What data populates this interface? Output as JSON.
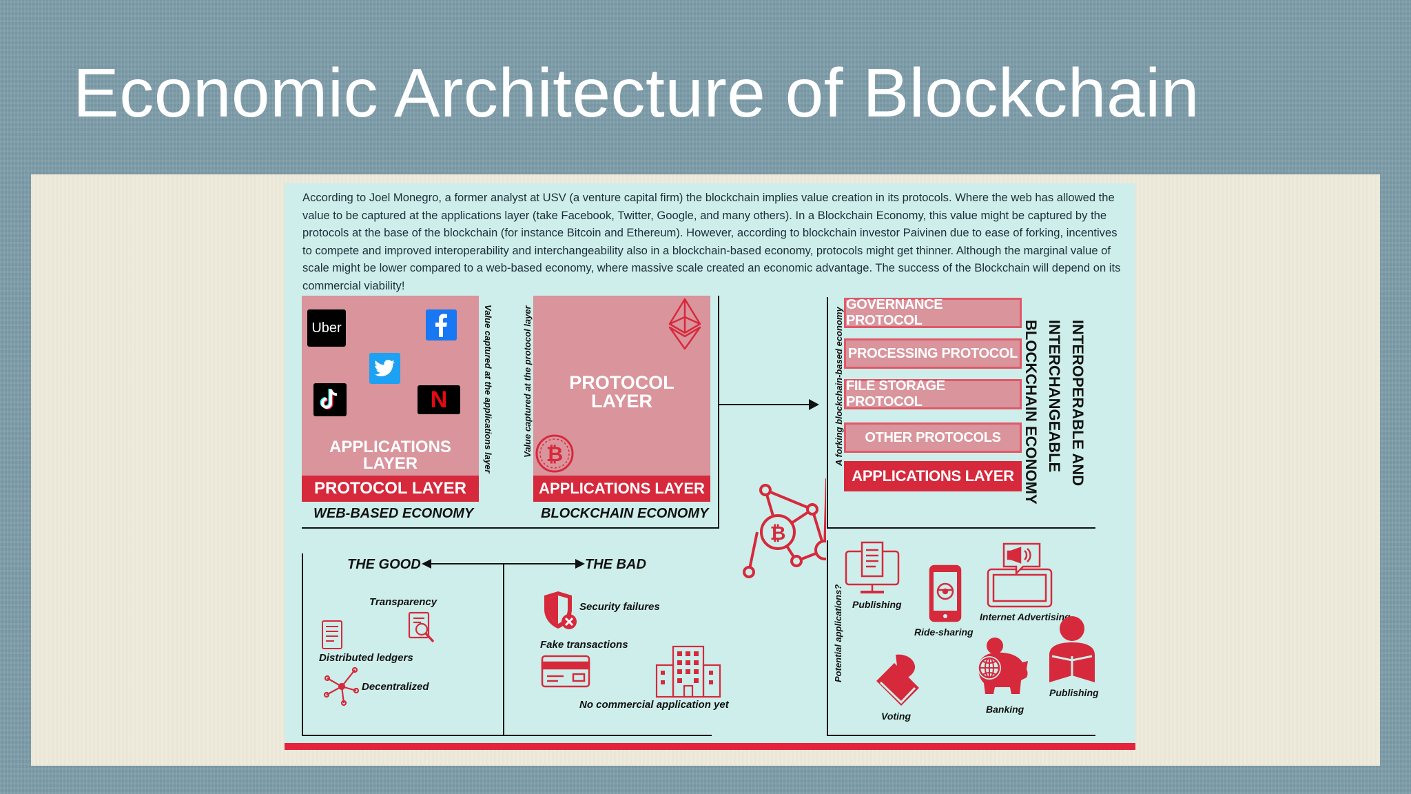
{
  "slide": {
    "title": "Economic Architecture of Blockchain"
  },
  "infographic": {
    "intro": "According to Joel Monegro, a former analyst at USV (a venture capital firm) the blockchain implies value creation in its protocols. Where the web has allowed the value to be captured at the applications layer (take Facebook, Twitter, Google, and many others). In a Blockchain Economy, this value might be captured by the protocols at the base of the blockchain (for instance Bitcoin and Ethereum). However, according to blockchain investor Paivinen due to ease of forking, incentives to compete and improved interoperability and interchangeability also in a blockchain-based economy, protocols might get thinner. Although the marginal value of scale might be lower compared to a web-based economy, where massive scale created an economic advantage. The success of the Blockchain will depend on its commercial viability!",
    "web": {
      "apps_layer_line1": "APPLICATIONS",
      "apps_layer_line2": "LAYER",
      "protocol_bar": "PROTOCOL LAYER",
      "caption": "WEB-BASED ECONOMY",
      "side_label": "Value captured at the applications layer",
      "uber_logo": "Uber",
      "netflix_logo": "N"
    },
    "blockchain": {
      "protocol_layer_line1": "PROTOCOL",
      "protocol_layer_line2": "LAYER",
      "apps_bar": "APPLICATIONS LAYER",
      "caption": "BLOCKCHAIN ECONOMY",
      "side_label": "Value captured at the protocol layer"
    },
    "forked": {
      "side_label": "A forking blockchain-based economy",
      "protocols": [
        "GOVERNANCE PROTOCOL",
        "PROCESSING PROTOCOL",
        "FILE STORAGE PROTOCOL",
        "OTHER PROTOCOLS",
        "APPLICATIONS LAYER"
      ],
      "title_line1": "INTEROPERABLE AND",
      "title_line2": "INTERCHANGEABLE",
      "title_line3": "BLOCKCHAIN ECONOMY"
    },
    "good_bad": {
      "good": "THE GOOD",
      "bad": "THE BAD",
      "good_items": {
        "transparency": "Transparency",
        "ledgers": "Distributed ledgers",
        "decentralized": "Decentralized"
      },
      "bad_items": {
        "security": "Security failures",
        "fake": "Fake transactions",
        "no_commercial": "No commercial application yet"
      }
    },
    "applications": {
      "side_label": "Potential applications?",
      "publishing_1": "Publishing",
      "ride_sharing": "Ride-sharing",
      "advertising": "Internet Advertising",
      "voting": "Voting",
      "banking": "Banking",
      "publishing_2": "Publishing"
    },
    "colors": {
      "accent_red": "#d7293c",
      "pink_layer": "#d9949c",
      "panel_bg": "#cdeeea"
    },
    "icons": [
      "uber-logo-icon",
      "facebook-logo-icon",
      "twitter-logo-icon",
      "tiktok-logo-icon",
      "netflix-logo-icon",
      "ethereum-icon",
      "bitcoin-icon",
      "bitcoin-network-icon"
    ]
  }
}
